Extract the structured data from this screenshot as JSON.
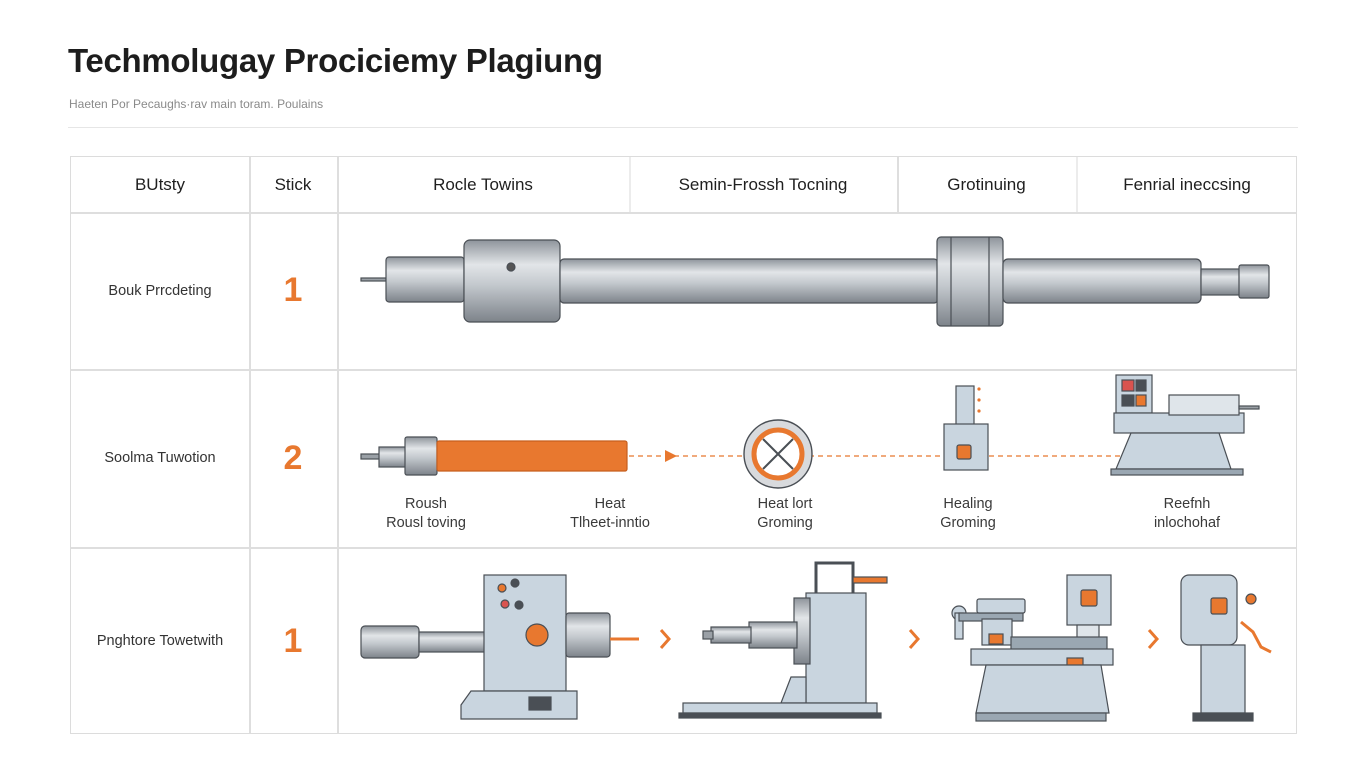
{
  "header": {
    "title": "Techmolugay Prociciemy Plagiung",
    "subtitle": "Haeten Por Pecaughs·rav main toram. Poulains"
  },
  "columns": [
    "BUtsty",
    "Stick",
    "Rocle Towins",
    "Semin-Frossh Tocning",
    "Grotinuing",
    "Fenrial ineccsing"
  ],
  "rows": [
    {
      "label": "Bouk Prrcdeting",
      "step": "1"
    },
    {
      "label": "Soolma Tuwotion",
      "step": "2"
    },
    {
      "label": "Pnghtore Towetwith",
      "step": "1"
    }
  ],
  "captions": [
    {
      "line1": "Roush",
      "line2": "Rousl toving"
    },
    {
      "line1": "Heat",
      "line2": "Tlheet-inntio"
    },
    {
      "line1": "Heat lort",
      "line2": "Groming"
    },
    {
      "line1": "Healing",
      "line2": "Groming"
    },
    {
      "line1": "Reefnh",
      "line2": "inlochohaf"
    }
  ],
  "colors": {
    "accent": "#e8782f",
    "steel": "#b9bec4",
    "machine": "#c9d5df",
    "outline": "#4a4f55"
  }
}
